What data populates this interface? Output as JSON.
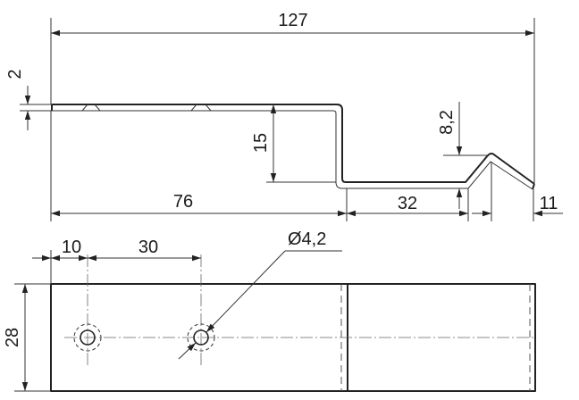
{
  "dimensions": {
    "overall_length": "127",
    "thickness": "2",
    "offset_height": "15",
    "lip_height": "8,2",
    "flat_length": "76",
    "offset_length": "32",
    "lip_length": "11",
    "hole_edge_distance": "10",
    "hole_spacing": "30",
    "hole_diameter": "Ø4,2",
    "width": "28"
  }
}
